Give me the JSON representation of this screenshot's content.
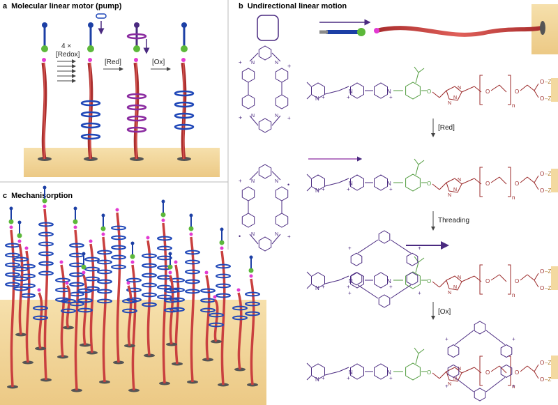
{
  "panels": {
    "a": {
      "letter": "a",
      "title": "Molecular linear motor (pump)"
    },
    "b": {
      "letter": "b",
      "title": "Undirectional linear motion"
    },
    "c": {
      "letter": "c",
      "title": "Mechanisorption"
    }
  },
  "panel_a_labels": {
    "count": "4 ×",
    "redox": "[Redox]",
    "red": "[Red]",
    "ox": "[Ox]"
  },
  "panel_b_steps": {
    "red": "[Red]",
    "threading": "Threading",
    "ox": "[Ox]"
  },
  "chem": {
    "n": "N",
    "plus": "+",
    "o": "O",
    "zr": "Zr",
    "z": "Z",
    "sub_n": "n"
  },
  "colors": {
    "rod": "#c9403f",
    "ring": "#1f47b8",
    "sphere_blue": "#1c3fa5",
    "sphere_green": "#5cb83a",
    "sphere_pink": "#e33ad2",
    "surface": "#f3d9a0",
    "purple": "#4a2a80",
    "green_chem": "#4f9a3c",
    "red_chem": "#9b2a2a",
    "zr_text": "#b07a2a"
  }
}
